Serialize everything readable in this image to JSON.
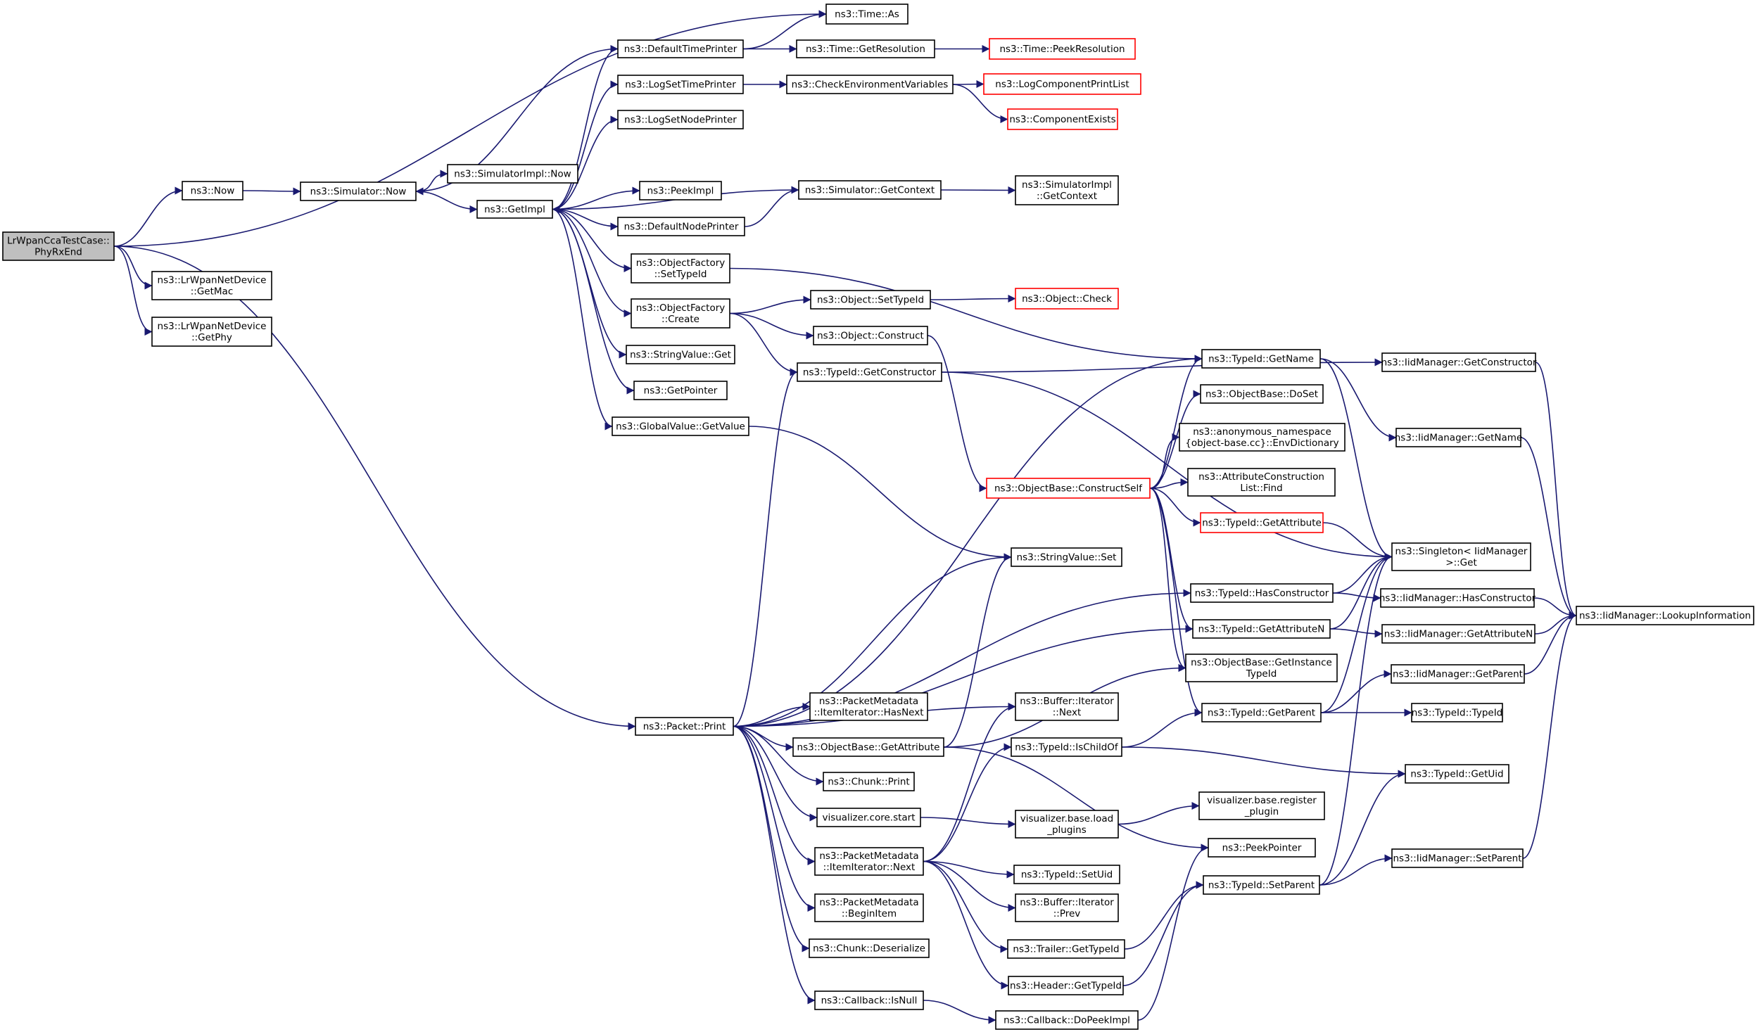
{
  "nodes": [
    {
      "id": "root",
      "lines": [
        "LrWpanCcaTestCase::",
        "PhyRxEnd"
      ],
      "style": "root"
    },
    {
      "id": "time_as",
      "lines": [
        "ns3::Time::As"
      ]
    },
    {
      "id": "defaulttimeprinter",
      "lines": [
        "ns3::DefaultTimePrinter"
      ]
    },
    {
      "id": "getresolution",
      "lines": [
        "ns3::Time::GetResolution"
      ]
    },
    {
      "id": "peekresolution",
      "lines": [
        "ns3::Time::PeekResolution"
      ],
      "style": "red"
    },
    {
      "id": "logsettimeprinter",
      "lines": [
        "ns3::LogSetTimePrinter"
      ]
    },
    {
      "id": "checkenv",
      "lines": [
        "ns3::CheckEnvironmentVariables"
      ]
    },
    {
      "id": "logcompprint",
      "lines": [
        "ns3::LogComponentPrintList"
      ],
      "style": "red"
    },
    {
      "id": "compexists",
      "lines": [
        "ns3::ComponentExists"
      ],
      "style": "red"
    },
    {
      "id": "logsetnodeprinter",
      "lines": [
        "ns3::LogSetNodePrinter"
      ]
    },
    {
      "id": "simimplnow",
      "lines": [
        "ns3::SimulatorImpl::Now"
      ]
    },
    {
      "id": "now",
      "lines": [
        "ns3::Now"
      ]
    },
    {
      "id": "simnow",
      "lines": [
        "ns3::Simulator::Now"
      ]
    },
    {
      "id": "peekimpl",
      "lines": [
        "ns3::PeekImpl"
      ]
    },
    {
      "id": "getimpl",
      "lines": [
        "ns3::GetImpl"
      ]
    },
    {
      "id": "simgetcontext",
      "lines": [
        "ns3::Simulator::GetContext"
      ]
    },
    {
      "id": "simimplgetcontext",
      "lines": [
        "ns3::SimulatorImpl",
        "::GetContext"
      ]
    },
    {
      "id": "defaultnodeprinter",
      "lines": [
        "ns3::DefaultNodePrinter"
      ]
    },
    {
      "id": "getmac",
      "lines": [
        "ns3::LrWpanNetDevice",
        "::GetMac"
      ]
    },
    {
      "id": "ofsettypeid",
      "lines": [
        "ns3::ObjectFactory",
        "::SetTypeId"
      ]
    },
    {
      "id": "getphy",
      "lines": [
        "ns3::LrWpanNetDevice",
        "::GetPhy"
      ]
    },
    {
      "id": "objsettypeid",
      "lines": [
        "ns3::Object::SetTypeId"
      ]
    },
    {
      "id": "objcheck",
      "lines": [
        "ns3::Object::Check"
      ],
      "style": "red"
    },
    {
      "id": "ofcreate",
      "lines": [
        "ns3::ObjectFactory",
        "::Create"
      ]
    },
    {
      "id": "objconstruct",
      "lines": [
        "ns3::Object::Construct"
      ]
    },
    {
      "id": "stringvalueget",
      "lines": [
        "ns3::StringValue::Get"
      ]
    },
    {
      "id": "tidgetname",
      "lines": [
        "ns3::TypeId::GetName"
      ]
    },
    {
      "id": "iidgetconstructor",
      "lines": [
        "ns3::IidManager::GetConstructor"
      ]
    },
    {
      "id": "tidgetconstructor",
      "lines": [
        "ns3::TypeId::GetConstructor"
      ]
    },
    {
      "id": "getpointer",
      "lines": [
        "ns3::GetPointer"
      ]
    },
    {
      "id": "obdoset",
      "lines": [
        "ns3::ObjectBase::DoSet"
      ]
    },
    {
      "id": "gvgetvalue",
      "lines": [
        "ns3::GlobalValue::GetValue"
      ]
    },
    {
      "id": "envdict",
      "lines": [
        "ns3::anonymous_namespace",
        "{object-base.cc}::EnvDictionary"
      ]
    },
    {
      "id": "iidgetname",
      "lines": [
        "ns3::IidManager::GetName"
      ]
    },
    {
      "id": "attrconstfind",
      "lines": [
        "ns3::AttributeConstruction",
        "List::Find"
      ]
    },
    {
      "id": "constructself",
      "lines": [
        "ns3::ObjectBase::ConstructSelf"
      ],
      "style": "red"
    },
    {
      "id": "tidgetattribute",
      "lines": [
        "ns3::TypeId::GetAttribute"
      ],
      "style": "red"
    },
    {
      "id": "singletonget",
      "lines": [
        "ns3::Singleton< IidManager",
        ">::Get"
      ]
    },
    {
      "id": "svset",
      "lines": [
        "ns3::StringValue::Set"
      ]
    },
    {
      "id": "tidhasconstructor",
      "lines": [
        "ns3::TypeId::HasConstructor"
      ]
    },
    {
      "id": "iidhasconstructor",
      "lines": [
        "ns3::IidManager::HasConstructor"
      ]
    },
    {
      "id": "iidlookup",
      "lines": [
        "ns3::IidManager::LookupInformation"
      ]
    },
    {
      "id": "tidgetattributen",
      "lines": [
        "ns3::TypeId::GetAttributeN"
      ]
    },
    {
      "id": "iidgetattributen",
      "lines": [
        "ns3::IidManager::GetAttributeN"
      ]
    },
    {
      "id": "obgetinstancetid",
      "lines": [
        "ns3::ObjectBase::GetInstance",
        "TypeId"
      ]
    },
    {
      "id": "iidgetparent",
      "lines": [
        "ns3::IidManager::GetParent"
      ]
    },
    {
      "id": "pmhasnext",
      "lines": [
        "ns3::PacketMetadata",
        "::ItemIterator::HasNext"
      ]
    },
    {
      "id": "bufnext",
      "lines": [
        "ns3::Buffer::Iterator",
        "::Next"
      ]
    },
    {
      "id": "packetprint",
      "lines": [
        "ns3::Packet::Print"
      ]
    },
    {
      "id": "tidgetparent",
      "lines": [
        "ns3::TypeId::GetParent"
      ]
    },
    {
      "id": "tidtypeid",
      "lines": [
        "ns3::TypeId::TypeId"
      ]
    },
    {
      "id": "obgetattribute",
      "lines": [
        "ns3::ObjectBase::GetAttribute"
      ]
    },
    {
      "id": "tidischildof",
      "lines": [
        "ns3::TypeId::IsChildOf"
      ]
    },
    {
      "id": "tidgetuid",
      "lines": [
        "ns3::TypeId::GetUid"
      ]
    },
    {
      "id": "chunkprint",
      "lines": [
        "ns3::Chunk::Print"
      ]
    },
    {
      "id": "vizregister",
      "lines": [
        "visualizer.base.register",
        "_plugin"
      ]
    },
    {
      "id": "vizstart",
      "lines": [
        "visualizer.core.start"
      ]
    },
    {
      "id": "vizload",
      "lines": [
        "visualizer.base.load",
        "_plugins"
      ]
    },
    {
      "id": "peekpointer",
      "lines": [
        "ns3::PeekPointer"
      ]
    },
    {
      "id": "pmnext",
      "lines": [
        "ns3::PacketMetadata",
        "::ItemIterator::Next"
      ]
    },
    {
      "id": "iidsetparent",
      "lines": [
        "ns3::IidManager::SetParent"
      ]
    },
    {
      "id": "tidsetuid",
      "lines": [
        "ns3::TypeId::SetUid"
      ]
    },
    {
      "id": "tidsetparent",
      "lines": [
        "ns3::TypeId::SetParent"
      ]
    },
    {
      "id": "pmbeginitem",
      "lines": [
        "ns3::PacketMetadata",
        "::BeginItem"
      ]
    },
    {
      "id": "bufprev",
      "lines": [
        "ns3::Buffer::Iterator",
        "::Prev"
      ]
    },
    {
      "id": "chunkdeser",
      "lines": [
        "ns3::Chunk::Deserialize"
      ]
    },
    {
      "id": "trailergettid",
      "lines": [
        "ns3::Trailer::GetTypeId"
      ]
    },
    {
      "id": "headergettid",
      "lines": [
        "ns3::Header::GetTypeId"
      ]
    },
    {
      "id": "cbisnull",
      "lines": [
        "ns3::Callback::IsNull"
      ]
    },
    {
      "id": "cbdopeekimpl",
      "lines": [
        "ns3::Callback::DoPeekImpl"
      ]
    }
  ],
  "edges": [
    [
      "root",
      "time_as"
    ],
    [
      "root",
      "now"
    ],
    [
      "root",
      "getmac"
    ],
    [
      "root",
      "getphy"
    ],
    [
      "root",
      "packetprint"
    ],
    [
      "now",
      "simnow"
    ],
    [
      "simnow",
      "simimplnow"
    ],
    [
      "simnow",
      "getimpl"
    ],
    [
      "defaulttimeprinter",
      "simnow"
    ],
    [
      "defaulttimeprinter",
      "time_as"
    ],
    [
      "defaulttimeprinter",
      "getresolution"
    ],
    [
      "getresolution",
      "peekresolution"
    ],
    [
      "logsettimeprinter",
      "checkenv"
    ],
    [
      "checkenv",
      "logcompprint"
    ],
    [
      "checkenv",
      "compexists"
    ],
    [
      "getimpl",
      "defaulttimeprinter"
    ],
    [
      "getimpl",
      "logsettimeprinter"
    ],
    [
      "getimpl",
      "logsetnodeprinter"
    ],
    [
      "getimpl",
      "peekimpl"
    ],
    [
      "getimpl",
      "defaultnodeprinter"
    ],
    [
      "getimpl",
      "ofsettypeid"
    ],
    [
      "getimpl",
      "ofcreate"
    ],
    [
      "getimpl",
      "stringvalueget"
    ],
    [
      "getimpl",
      "getpointer"
    ],
    [
      "getimpl",
      "gvgetvalue"
    ],
    [
      "simgetcontext",
      "getimpl"
    ],
    [
      "simgetcontext",
      "simimplgetcontext"
    ],
    [
      "defaultnodeprinter",
      "simgetcontext"
    ],
    [
      "ofsettypeid",
      "tidgetname"
    ],
    [
      "ofcreate",
      "objsettypeid"
    ],
    [
      "ofcreate",
      "objconstruct"
    ],
    [
      "ofcreate",
      "tidgetconstructor"
    ],
    [
      "objsettypeid",
      "objcheck"
    ],
    [
      "objconstruct",
      "constructself"
    ],
    [
      "tidgetconstructor",
      "iidgetconstructor"
    ],
    [
      "tidgetconstructor",
      "singletonget"
    ],
    [
      "gvgetvalue",
      "svset"
    ],
    [
      "constructself",
      "tidgetname"
    ],
    [
      "constructself",
      "obdoset"
    ],
    [
      "constructself",
      "envdict"
    ],
    [
      "constructself",
      "attrconstfind"
    ],
    [
      "constructself",
      "tidgetattribute"
    ],
    [
      "constructself",
      "tidgetattributen"
    ],
    [
      "constructself",
      "obgetinstancetid"
    ],
    [
      "constructself",
      "tidgetparent"
    ],
    [
      "tidgetname",
      "iidgetname"
    ],
    [
      "tidgetname",
      "singletonget"
    ],
    [
      "iidgetconstructor",
      "iidlookup"
    ],
    [
      "iidgetname",
      "iidlookup"
    ],
    [
      "tidgetattribute",
      "singletonget"
    ],
    [
      "tidhasconstructor",
      "singletonget"
    ],
    [
      "tidhasconstructor",
      "iidhasconstructor"
    ],
    [
      "iidhasconstructor",
      "iidlookup"
    ],
    [
      "tidgetattributen",
      "singletonget"
    ],
    [
      "tidgetattributen",
      "iidgetattributen"
    ],
    [
      "iidgetattributen",
      "iidlookup"
    ],
    [
      "tidgetparent",
      "singletonget"
    ],
    [
      "tidgetparent",
      "iidgetparent"
    ],
    [
      "tidgetparent",
      "tidtypeid"
    ],
    [
      "iidgetparent",
      "iidlookup"
    ],
    [
      "packetprint",
      "tidgetconstructor"
    ],
    [
      "packetprint",
      "tidgetname"
    ],
    [
      "packetprint",
      "svset"
    ],
    [
      "packetprint",
      "tidhasconstructor"
    ],
    [
      "packetprint",
      "tidgetattributen"
    ],
    [
      "packetprint",
      "bufnext"
    ],
    [
      "packetprint",
      "pmhasnext"
    ],
    [
      "packetprint",
      "obgetattribute"
    ],
    [
      "packetprint",
      "chunkprint"
    ],
    [
      "packetprint",
      "vizstart"
    ],
    [
      "packetprint",
      "pmnext"
    ],
    [
      "packetprint",
      "pmbeginitem"
    ],
    [
      "packetprint",
      "chunkdeser"
    ],
    [
      "packetprint",
      "cbisnull"
    ],
    [
      "obgetattribute",
      "svset"
    ],
    [
      "obgetattribute",
      "obgetinstancetid"
    ],
    [
      "obgetattribute",
      "peekpointer"
    ],
    [
      "tidischildof",
      "tidgetparent"
    ],
    [
      "tidischildof",
      "tidgetuid"
    ],
    [
      "vizstart",
      "vizload"
    ],
    [
      "vizload",
      "vizregister"
    ],
    [
      "pmnext",
      "bufnext"
    ],
    [
      "pmnext",
      "tidischildof"
    ],
    [
      "pmnext",
      "tidsetuid"
    ],
    [
      "pmnext",
      "bufprev"
    ],
    [
      "pmnext",
      "trailergettid"
    ],
    [
      "pmnext",
      "headergettid"
    ],
    [
      "tidsetparent",
      "singletonget"
    ],
    [
      "tidsetparent",
      "iidsetparent"
    ],
    [
      "tidsetparent",
      "tidgetuid"
    ],
    [
      "iidsetparent",
      "iidlookup"
    ],
    [
      "trailergettid",
      "tidsetparent"
    ],
    [
      "headergettid",
      "tidsetparent"
    ],
    [
      "cbisnull",
      "cbdopeekimpl"
    ],
    [
      "cbdopeekimpl",
      "peekpointer"
    ]
  ],
  "colors": {
    "edge": "#191970",
    "root_fill": "#bfbfbf",
    "node_border": "#000000",
    "highlight_border": "#ff0000"
  }
}
